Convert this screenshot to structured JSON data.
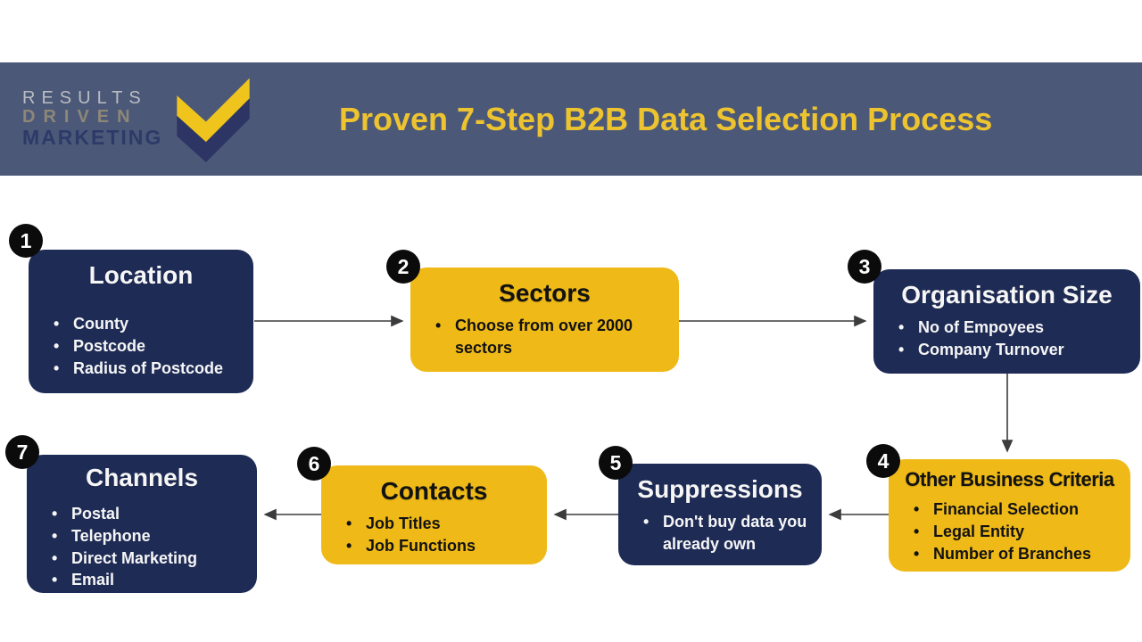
{
  "header": {
    "title": "Proven 7-Step B2B Data Selection Process",
    "logo": {
      "line1": "RESULTS",
      "line2": "DRIVEN",
      "line3": "MARKETING"
    }
  },
  "colors": {
    "header_bg": "#4C5878",
    "title_yellow": "#EDC42F",
    "box_navy": "#1E2B55",
    "box_yellow": "#EFBA17",
    "badge_black": "#0B0B0B",
    "arrow_gray": "#3C3C3C"
  },
  "steps": [
    {
      "number": "1",
      "title": "Location",
      "bullets": [
        "County",
        "Postcode",
        "Radius of Postcode"
      ]
    },
    {
      "number": "2",
      "title": "Sectors",
      "bullets": [
        "Choose from over 2000 sectors"
      ]
    },
    {
      "number": "3",
      "title": "Organisation Size",
      "bullets": [
        "No of Empoyees",
        "Company Turnover"
      ]
    },
    {
      "number": "4",
      "title": "Other Business Criteria",
      "bullets": [
        "Financial Selection",
        "Legal Entity",
        "Number of Branches"
      ]
    },
    {
      "number": "5",
      "title": "Suppressions",
      "bullets": [
        "Don't buy data you already own"
      ]
    },
    {
      "number": "6",
      "title": "Contacts",
      "bullets": [
        "Job Titles",
        "Job Functions"
      ]
    },
    {
      "number": "7",
      "title": "Channels",
      "bullets": [
        "Postal",
        "Telephone",
        "Direct Marketing",
        "Email"
      ]
    }
  ]
}
